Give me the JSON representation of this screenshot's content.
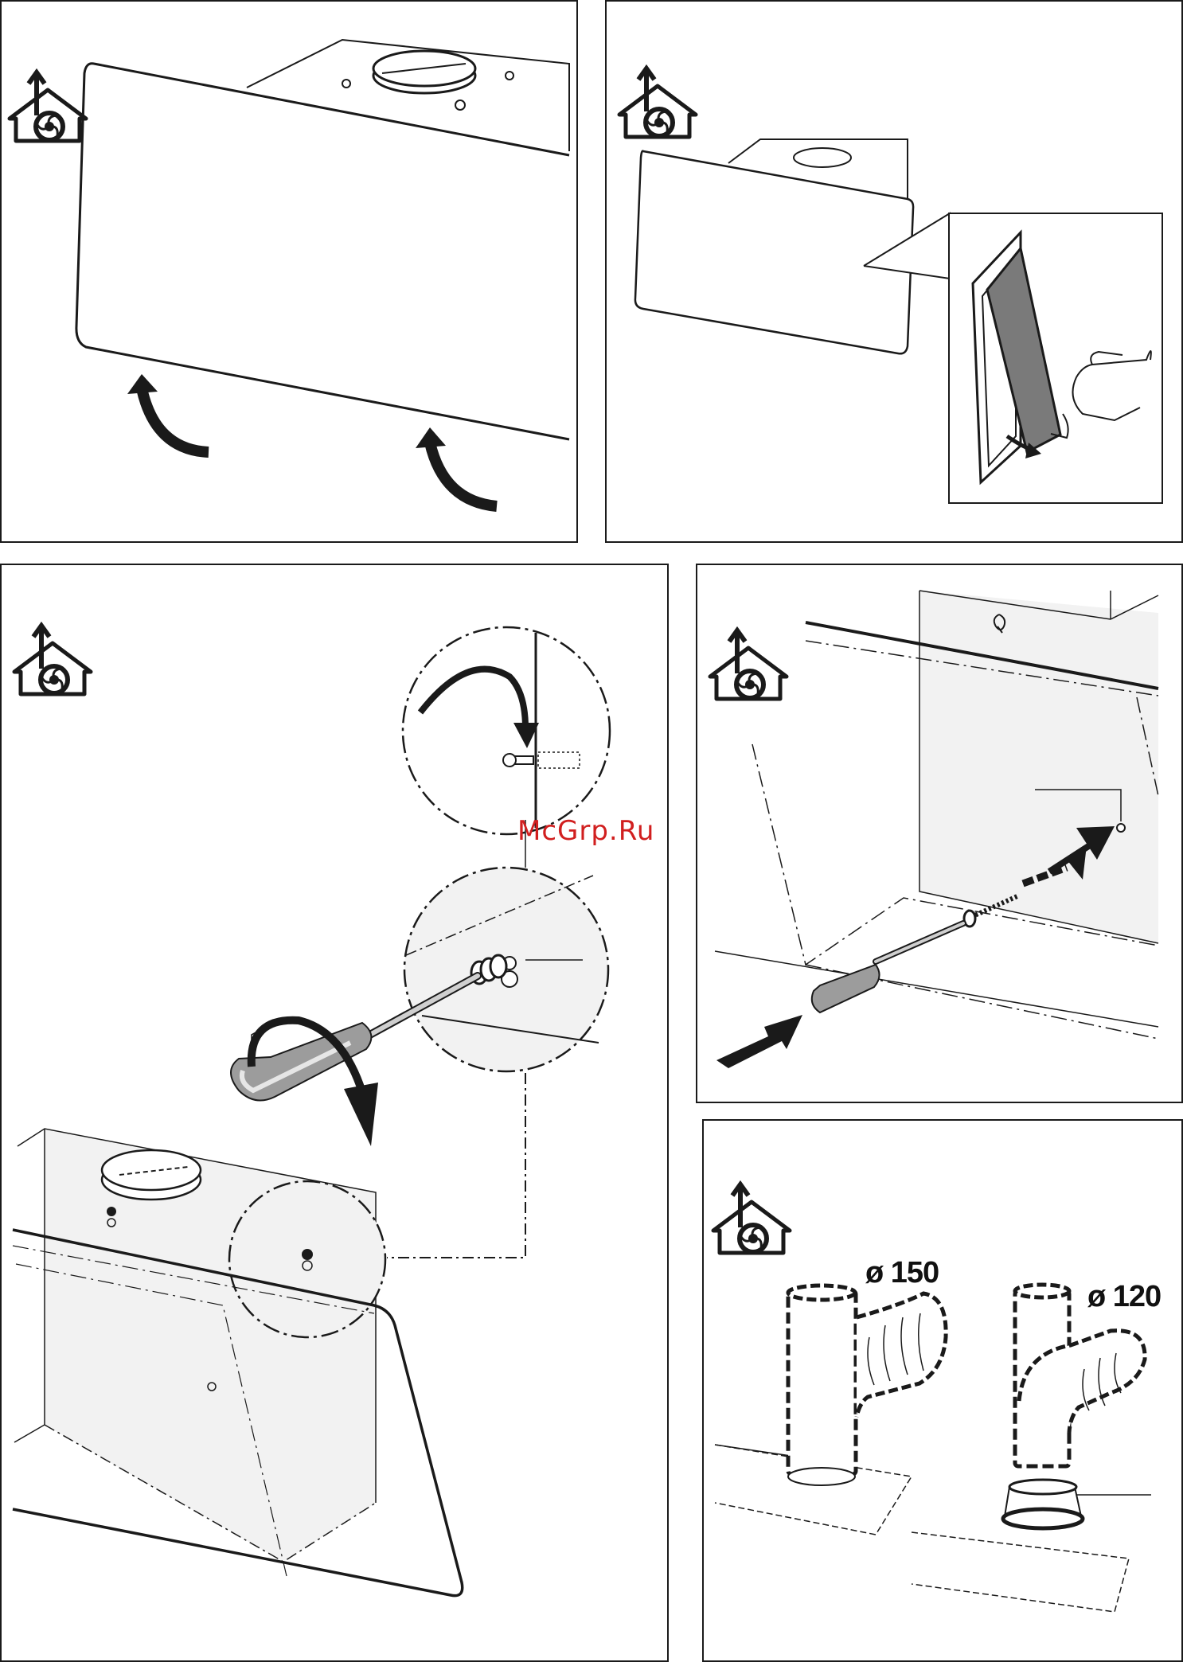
{
  "watermark": {
    "text": "McGrp.Ru",
    "color": "#d11f1f"
  },
  "icons": {
    "ducted_mode": "house-fan-arrow-icon"
  },
  "labels": {
    "duct_150": "ø 150",
    "duct_120": "ø 120"
  },
  "colors": {
    "line": "#1a1a1a",
    "shade": "#f2f2f2",
    "filter": "#7a7a7a"
  }
}
